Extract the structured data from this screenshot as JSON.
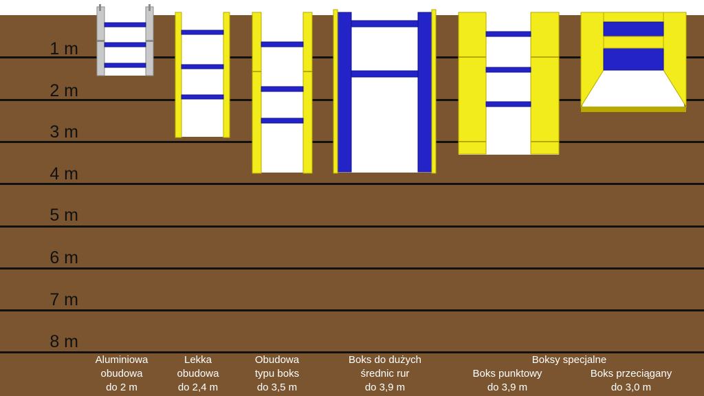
{
  "colors": {
    "soil": "#7a5530",
    "line": "#111111",
    "yellow": "#f2ec1c",
    "yellow_dark": "#b8a800",
    "blue": "#2323c8",
    "blue_dark": "#13138a",
    "aluminium": "#c9c9c9",
    "pit": "#ffffff",
    "caption_text": "#ffffff"
  },
  "depth_scale": {
    "unit": "m",
    "labels": [
      "1 m",
      "2 m",
      "3 m",
      "4 m",
      "5 m",
      "6 m",
      "7 m",
      "8 m"
    ]
  },
  "systems": [
    {
      "key": "aluminium",
      "max_depth_m": 2,
      "lines": [
        "Aluminiowa",
        "obudowa",
        "do 2 m"
      ]
    },
    {
      "key": "light",
      "max_depth_m": 2.4,
      "lines": [
        "Lekka",
        "obudowa",
        "do 2,4 m"
      ]
    },
    {
      "key": "box",
      "max_depth_m": 3.5,
      "lines": [
        "Obudowa",
        "typu boks",
        "do 3,5 m"
      ]
    },
    {
      "key": "large_pipe_box",
      "max_depth_m": 3.9,
      "lines": [
        "Boks do dużych",
        "średnic rur",
        "do 3,9 m"
      ]
    },
    {
      "key": "point_box",
      "max_depth_m": 3.9,
      "lines": [
        "Boks punktowy",
        "do 3,9 m"
      ]
    },
    {
      "key": "drag_box",
      "max_depth_m": 3.0,
      "lines": [
        "Boks przeciągany",
        "do 3,0 m"
      ]
    }
  ],
  "group_label": "Boksy specjalne"
}
